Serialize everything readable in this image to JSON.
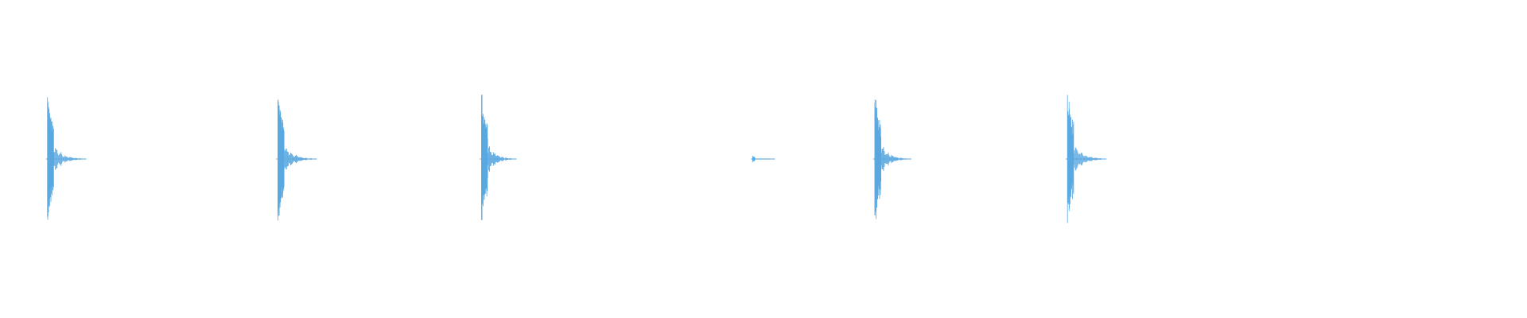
{
  "waveform": {
    "color": "#5aa8e0",
    "background": "#ffffff",
    "duration_s": 12.3,
    "amplitude_range": [
      -1,
      1
    ],
    "events": [
      {
        "time_s": 0.35,
        "peak": 0.92,
        "tail_s": 0.28
      },
      {
        "time_s": 2.67,
        "peak": 0.95,
        "tail_s": 0.28
      },
      {
        "time_s": 4.72,
        "peak": 0.93,
        "tail_s": 0.24
      },
      {
        "time_s": 7.45,
        "peak": 0.05,
        "tail_s": 0.15
      },
      {
        "time_s": 8.68,
        "peak": 0.95,
        "tail_s": 0.26
      },
      {
        "time_s": 10.62,
        "peak": 1.0,
        "tail_s": 0.28
      }
    ]
  }
}
